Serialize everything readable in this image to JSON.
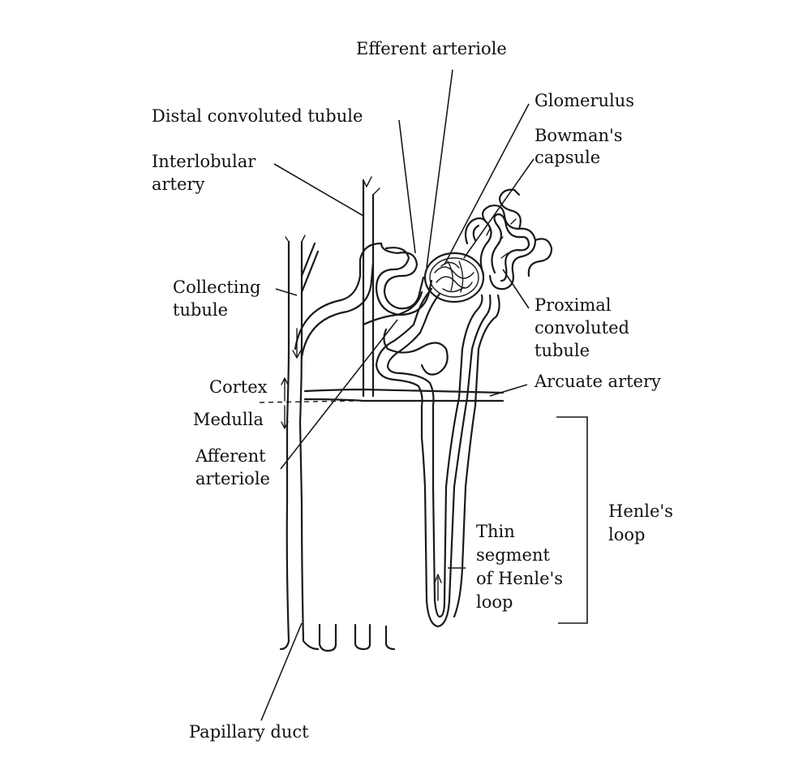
{
  "labels": {
    "efferent_arteriole": "Efferent arteriole",
    "distal_convoluted_tubule": "Distal convoluted tubule",
    "glomerulus": "Glomerulus",
    "bowmans_capsule": [
      "Bowman's",
      "capsule"
    ],
    "interlobular_artery": [
      "Interlobular",
      "artery"
    ],
    "collecting_tubule": [
      "Collecting",
      "tubule"
    ],
    "proximal_convoluted_tubule": [
      "Proximal",
      "convoluted",
      "tubule"
    ],
    "cortex": "Cortex",
    "arcuate_artery": "Arcuate artery",
    "medulla": "Medulla",
    "afferent_arteriole": [
      "Afferent",
      "arteriole"
    ],
    "henles_loop": [
      "Henle's",
      "loop"
    ],
    "thin_segment": [
      "Thin",
      "segment",
      "of Henle's",
      "loop"
    ],
    "papillary_duct": "Papillary duct"
  }
}
